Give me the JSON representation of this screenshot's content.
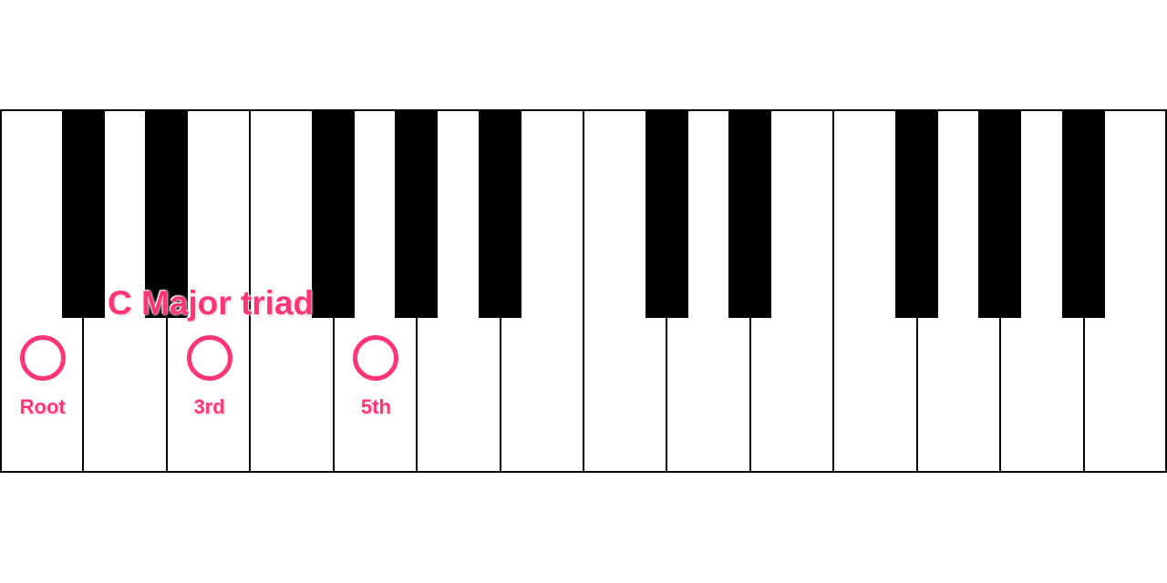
{
  "diagram": {
    "title": "C Major triad",
    "accent_color": "#ff3575",
    "white_key_count": 14,
    "chord_notes": [
      {
        "label": "Root",
        "key_index": 0
      },
      {
        "label": "3rd",
        "key_index": 2
      },
      {
        "label": "5th",
        "key_index": 4
      }
    ]
  }
}
